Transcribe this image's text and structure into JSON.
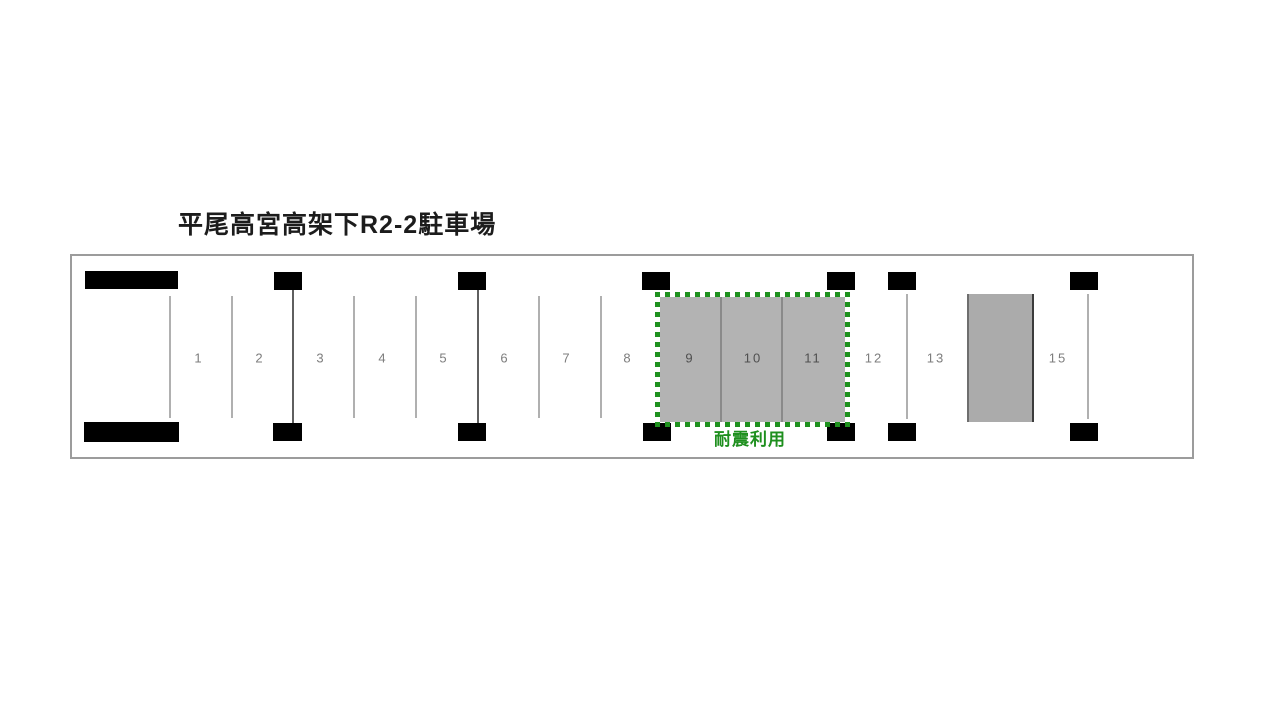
{
  "title": "平尾高宮高架下R2-2駐車場",
  "spaces": [
    {
      "label": "1"
    },
    {
      "label": "2"
    },
    {
      "label": "3"
    },
    {
      "label": "4"
    },
    {
      "label": "5"
    },
    {
      "label": "6"
    },
    {
      "label": "7"
    },
    {
      "label": "8"
    },
    {
      "label": "9"
    },
    {
      "label": "10"
    },
    {
      "label": "11"
    },
    {
      "label": "12"
    },
    {
      "label": "13"
    },
    {
      "label": "15"
    }
  ],
  "seismic_zone": {
    "label": "耐震利用",
    "space_labels": [
      "9",
      "10",
      "11"
    ]
  },
  "colors": {
    "seismic_green": "#1e911e",
    "seismic_fill_gray": "#b3b3b3",
    "blocked_fill_gray": "#ababab",
    "pillar_black": "#000000",
    "outline_gray": "#9c9c9c",
    "number_gray": "#7d7d7d"
  }
}
